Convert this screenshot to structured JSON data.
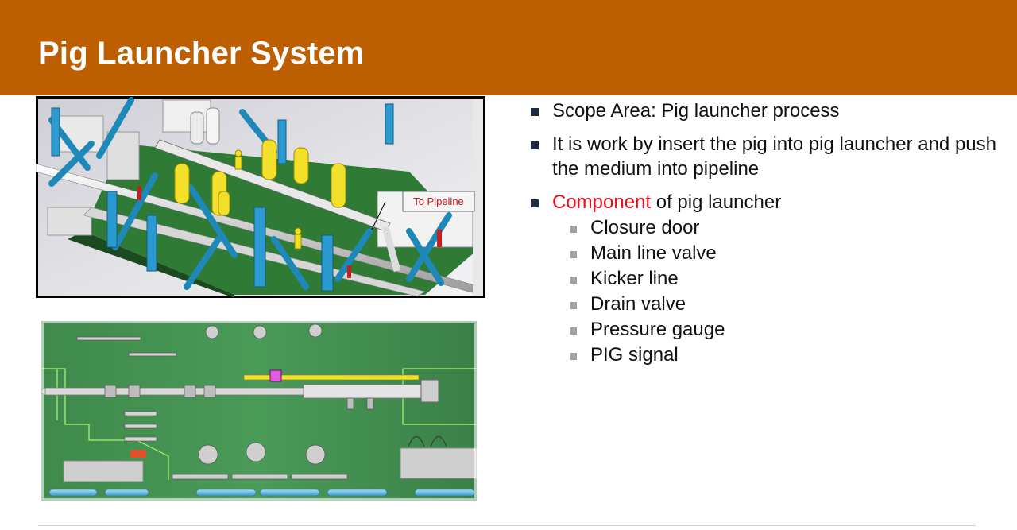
{
  "slide": {
    "title": "Pig Launcher System",
    "colors": {
      "header": "#bd5f00",
      "highlight": "#e8111a",
      "bullet": "#1f2a44",
      "sub_bullet": "#9aa3ad"
    }
  },
  "figures": {
    "top_callout": "To Pipeline"
  },
  "bullets": [
    {
      "text": "Scope Area: Pig launcher process"
    },
    {
      "text": "It is work by insert the pig into pig launcher and push the medium into pipeline"
    },
    {
      "highlight": "Component",
      "text": " of pig launcher",
      "sub": [
        "Closure door",
        "Main line valve",
        "Kicker line",
        "Drain valve",
        "Pressure gauge",
        "PIG signal"
      ]
    }
  ]
}
